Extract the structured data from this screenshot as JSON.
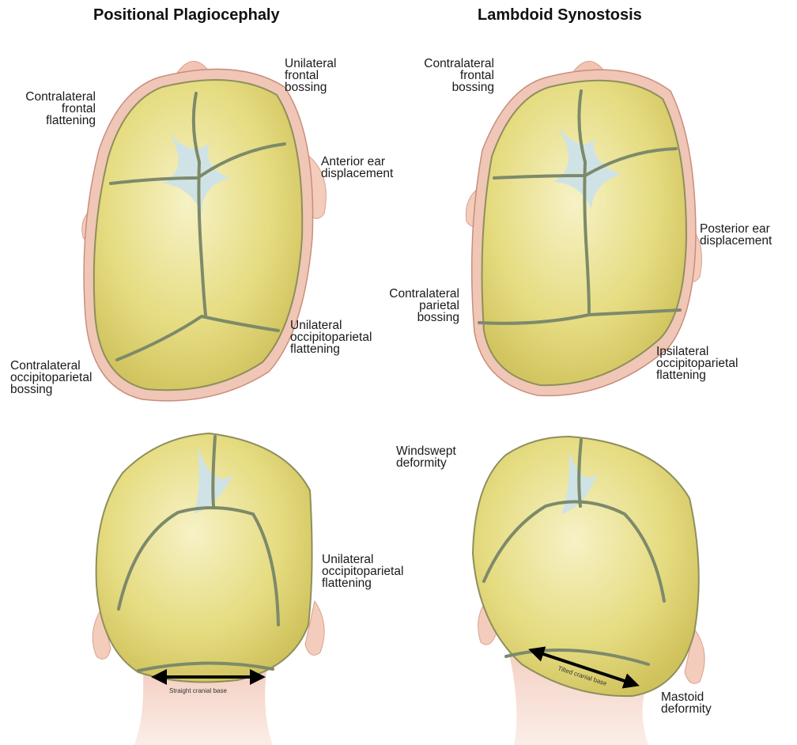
{
  "titles": {
    "left": "Positional Plagiocephaly",
    "right": "Lambdoid Synostosis"
  },
  "labels": {
    "pp_unilateral_frontal_bossing": [
      "Unilateral",
      "frontal",
      "bossing"
    ],
    "pp_contralateral_frontal_flattening": [
      "Contralateral",
      "frontal",
      "flattening"
    ],
    "pp_anterior_ear_displacement": [
      "Anterior ear",
      "displacement"
    ],
    "pp_unilateral_occipitoparietal_flattening": [
      "Unilateral",
      "occipitoparietal",
      "flattening"
    ],
    "pp_contralateral_occipitoparietal_bossing": [
      "Contralateral",
      "occipitoparietal",
      "bossing"
    ],
    "ls_contralateral_frontal_bossing": [
      "Contralateral",
      "frontal",
      "bossing"
    ],
    "ls_posterior_ear_displacement": [
      "Posterior ear",
      "displacement"
    ],
    "ls_contralateral_parietal_bossing": [
      "Contralateral",
      "parietal",
      "bossing"
    ],
    "ls_ipsilateral_occipitoparietal_flattening": [
      "Ipsilateral",
      "occipitoparietal",
      "flattening"
    ],
    "pp_back_unilateral_occipitoparietal_flattening": [
      "Unilateral",
      "occipitoparietal",
      "flattening"
    ],
    "ls_windswept_deformity": [
      "Windswept",
      "deformity"
    ],
    "ls_mastoid_deformity": [
      "Mastoid",
      "deformity"
    ]
  },
  "base_labels": {
    "straight": "Straight cranial base",
    "tilted": "Tilted cranial base"
  },
  "colors": {
    "bone": "#e8e08a",
    "suture": "#7d8a6a",
    "fontanelle": "#cfe3e6",
    "skin": "#f0c6b6",
    "neck": "#f6ddd2"
  }
}
